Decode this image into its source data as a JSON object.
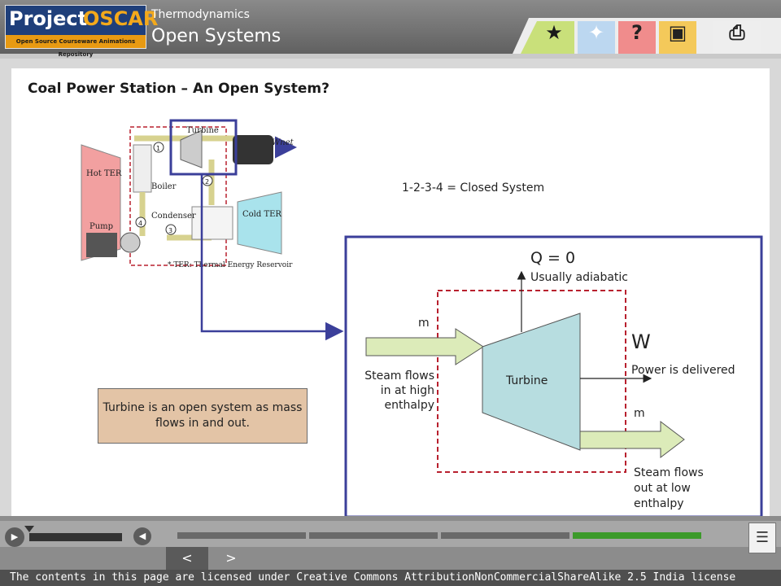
{
  "header": {
    "logo_word1": "Project",
    "logo_word2": "OSCAR",
    "logo_tagline": "Open Source Courseware Animations Repository",
    "subject": "Thermodynamics",
    "topic": "Open Systems"
  },
  "toolbar": {
    "buttons": [
      {
        "name": "star",
        "glyph": "★",
        "color": "#c9e07a"
      },
      {
        "name": "cursor",
        "glyph": "✦",
        "color": "#bcd7f0"
      },
      {
        "name": "help",
        "glyph": "?",
        "color": "#f08c8c"
      },
      {
        "name": "toolkit",
        "glyph": "▣",
        "color": "#f4c95a"
      },
      {
        "name": "print",
        "glyph": "⎙",
        "color": "#eeeeee"
      }
    ]
  },
  "page": {
    "title": "Coal Power Station – An Open System?",
    "closed_system_label": "1-2-3-4 = Closed System",
    "note": "Turbine is an open system as mass flows in and out."
  },
  "power_plant": {
    "labels": {
      "turbine": "Turbine",
      "boiler": "Boiler",
      "hot_ter": "Hot TER",
      "cold_ter": "Cold TER",
      "pump": "Pump",
      "condenser": "Condenser",
      "w_net": "Ẇnet",
      "footnote": "* TER: Thermal Energy Reservoir",
      "state1": "1",
      "state2": "2",
      "state3": "3",
      "state4": "4"
    }
  },
  "turbine_diagram": {
    "q_label": "Q = 0",
    "q_note": "Usually adiabatic",
    "m_in": "m",
    "steam_in_line1": "Steam flows",
    "steam_in_line2": "in at high",
    "steam_in_line3": "enthalpy",
    "turbine_label": "Turbine",
    "w_label": "W",
    "w_note": "Power is delivered",
    "m_out": "m",
    "steam_out_line1": "Steam flows",
    "steam_out_line2": "out at low",
    "steam_out_line3": "enthalpy"
  },
  "footer": {
    "license": "The contents in this page are licensed under Creative Commons AttributionNonCommercialShareAlike 2.5 India license"
  },
  "colors": {
    "frame_blue": "#3b3f9a",
    "boundary_red": "#b8202e",
    "turbine_fill": "#b7dde0",
    "arrow_fill": "#dcebb9",
    "note_fill": "#e3c4a6",
    "progress_green": "#3c9a2a"
  }
}
